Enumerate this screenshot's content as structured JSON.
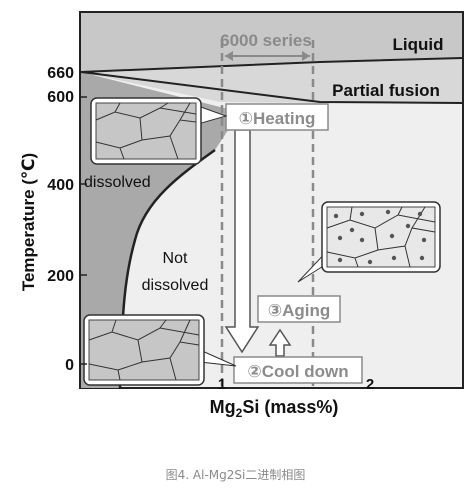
{
  "diagram": {
    "regions": {
      "liquid": "Liquid",
      "partial_fusion": "Partial fusion",
      "dissolved": "dissolved",
      "not_dissolved_line1": "Not",
      "not_dissolved_line2": "dissolved"
    },
    "series_label": "6000 series",
    "y_axis": {
      "title": "Temperature (℃)",
      "ticks": [
        "660",
        "600",
        "400",
        "200",
        "0"
      ]
    },
    "x_axis": {
      "title_main": "Mg",
      "title_sub": "2",
      "title_rest": "Si (mass%)",
      "ticks": [
        "1",
        "2"
      ]
    },
    "steps": {
      "heating": "①Heating",
      "cool_down": "②Cool down",
      "aging": "③Aging"
    }
  },
  "caption": "图4. Al-Mg2Si二进制相图",
  "colors": {
    "liquid": "#c8c8c8",
    "partial": "#d6d6d6",
    "dissolved_region": "#a8a8a8",
    "solid_region": "#efefef",
    "dashed": "#8a8a8a",
    "step_text": "#8c8c8c",
    "grain_bg": "#c6c6c6"
  }
}
